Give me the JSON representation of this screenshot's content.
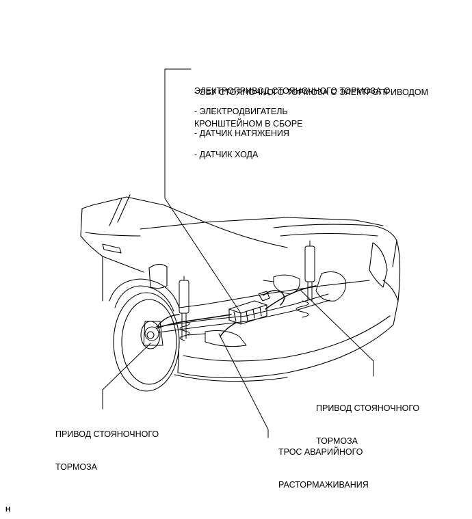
{
  "callouts": {
    "actuator_assembly": {
      "title_line1": "ЭЛЕКТРОПРИВОД СТОЯНОЧНОГО ТОРМОЗА С",
      "title_line2": "КРОНШТЕЙНОМ В СБОРЕ",
      "items": [
        "- ЭБУ СТОЯНОЧНОГО ТОРМОЗА С ЭЛЕКТРОПРИВОДОМ",
        "- ЭЛЕКТРОДВИГАТЕЛЬ",
        "- ДАТЧИК НАТЯЖЕНИЯ",
        "- ДАТЧИК ХОДА"
      ]
    },
    "parking_brake_right": {
      "line1": "ПРИВОД СТОЯНОЧНОГО",
      "line2": "ТОРМОЗА"
    },
    "parking_brake_left": {
      "line1": "ПРИВОД СТОЯНОЧНОГО",
      "line2": "ТОРМОЗА"
    },
    "emergency_cable": {
      "line1": "ТРОС АВАРИЙНОГО",
      "line2": "РАСТОРМАЖИВАНИЯ"
    }
  },
  "corner_mark": "H"
}
